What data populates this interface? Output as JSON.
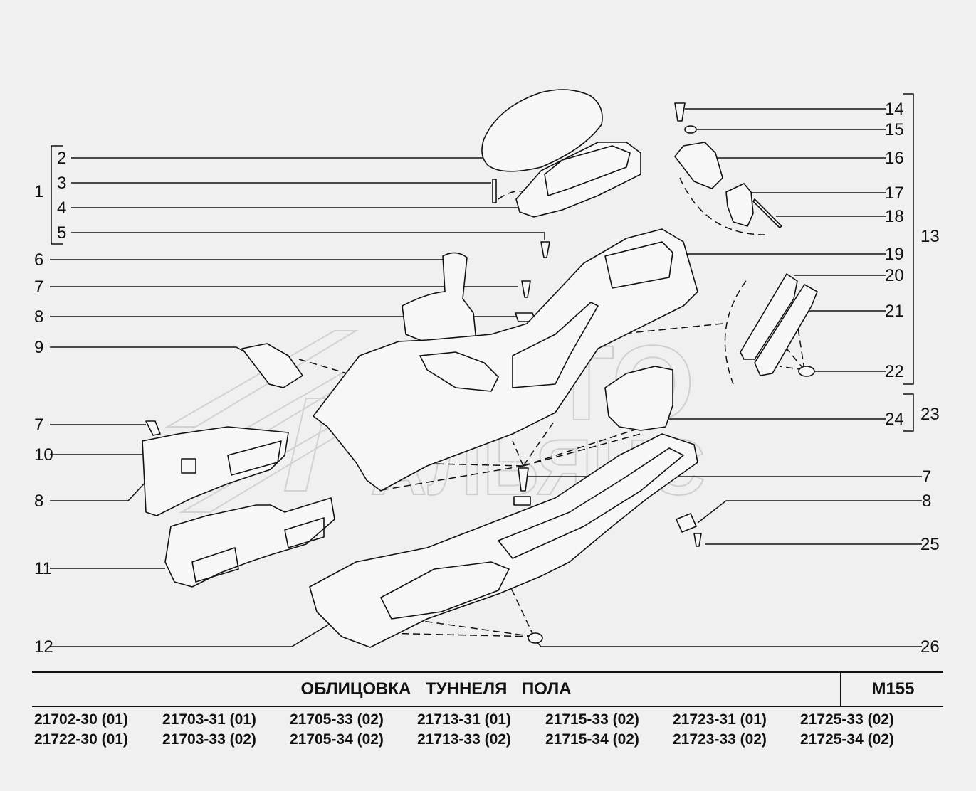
{
  "title": "ОБЛИЦОВКА   ТУННЕЛЯ   ПОЛА",
  "code": "М155",
  "watermark": [
    "АВТО",
    "АЛЬЯНС"
  ],
  "callouts": [
    "1",
    "2",
    "3",
    "4",
    "5",
    "6",
    "7",
    "8",
    "9",
    "7",
    "10",
    "8",
    "11",
    "12",
    "13",
    "14",
    "15",
    "16",
    "17",
    "18",
    "19",
    "20",
    "21",
    "22",
    "23",
    "24",
    "7",
    "8",
    "25",
    "26"
  ],
  "models": [
    [
      "21702-30 (01)",
      "21722-30 (01)"
    ],
    [
      "21703-31 (01)",
      "21703-33 (02)"
    ],
    [
      "21705-33 (02)",
      "21705-34 (02)"
    ],
    [
      "21713-31 (01)",
      "21713-33 (02)"
    ],
    [
      "21715-33 (02)",
      "21715-34 (02)"
    ],
    [
      "21723-31 (01)",
      "21723-33 (02)"
    ],
    [
      "21725-33 (02)",
      "21725-34 (02)"
    ]
  ]
}
